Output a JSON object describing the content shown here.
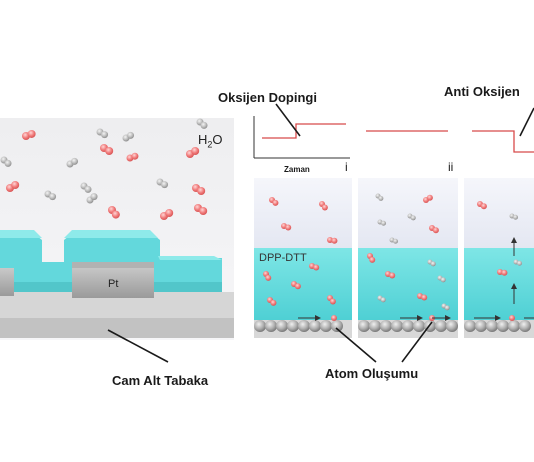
{
  "labels": {
    "oxygen_doping": "Oksijen Dopingi",
    "anti_oxygen": "Anti Oksijen",
    "time": "Zaman",
    "panel_i": "i",
    "panel_ii": "ii",
    "polymer": "DPP-DTT",
    "electrode": "Pt",
    "water_h": "H",
    "water_sub": "2",
    "water_o": "O",
    "substrate": "Cam Alt Tabaka",
    "atom_formation": "Atom Oluşumu"
  },
  "colors": {
    "oxygen_atom": "#f08080",
    "grey_atom": "#b8b8b8",
    "polymer": "#6fe0e0",
    "signal_line": "#e05050",
    "sky": "#eef0f8"
  }
}
